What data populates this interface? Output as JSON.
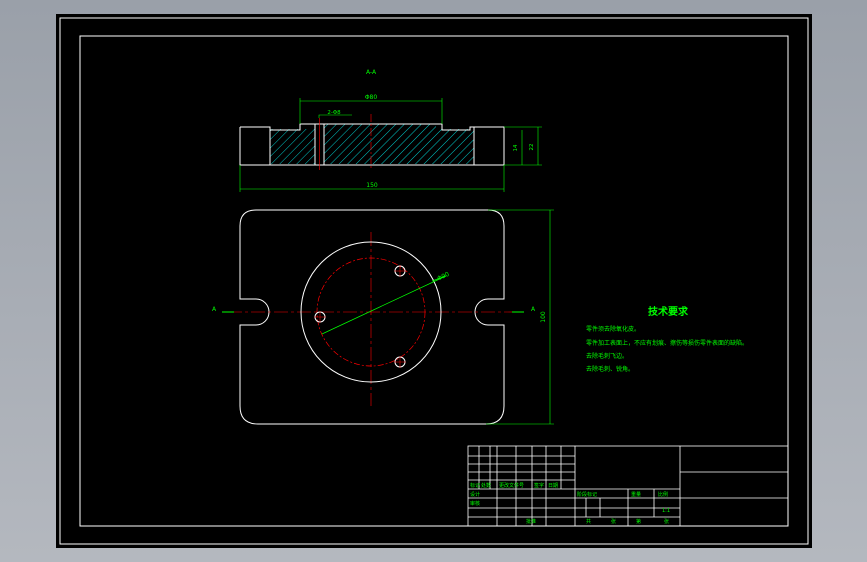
{
  "drawing": {
    "section_label": "A-A",
    "dim_width_top": "Φ80",
    "dim_hole_note": "2-Φ8",
    "dim_overall_width": "150",
    "dim_height_1": "14",
    "dim_height_2": "22",
    "dim_circle_dia": "Φ90",
    "dim_plan_height": "100",
    "section_mark_left": "A",
    "section_mark_right": "A"
  },
  "tech_requirements": {
    "title": "技术要求",
    "items": [
      "零件须去除氧化皮。",
      "零件加工表面上，不应有划痕、擦伤等损伤零件表面的缺陷。",
      "去除毛刺飞边。",
      "去除毛刺、锐角。"
    ]
  },
  "title_block": {
    "row_labels": [
      "标记",
      "处数",
      "更改文件号",
      "签字",
      "日期"
    ],
    "design_label": "设计",
    "stage_headers": [
      "阶段标记",
      "重量",
      "比例"
    ],
    "scale": "1:1",
    "audit_label": "审核",
    "approve_label": "批准",
    "sheet_labels": [
      "共",
      "张",
      "第",
      "张"
    ]
  },
  "colors": {
    "background": "#000000",
    "outline": "#ffffff",
    "centerline": "#ff0000",
    "dimension": "#00ff00",
    "hatch": "#00ffff",
    "text": "#00ff00"
  }
}
